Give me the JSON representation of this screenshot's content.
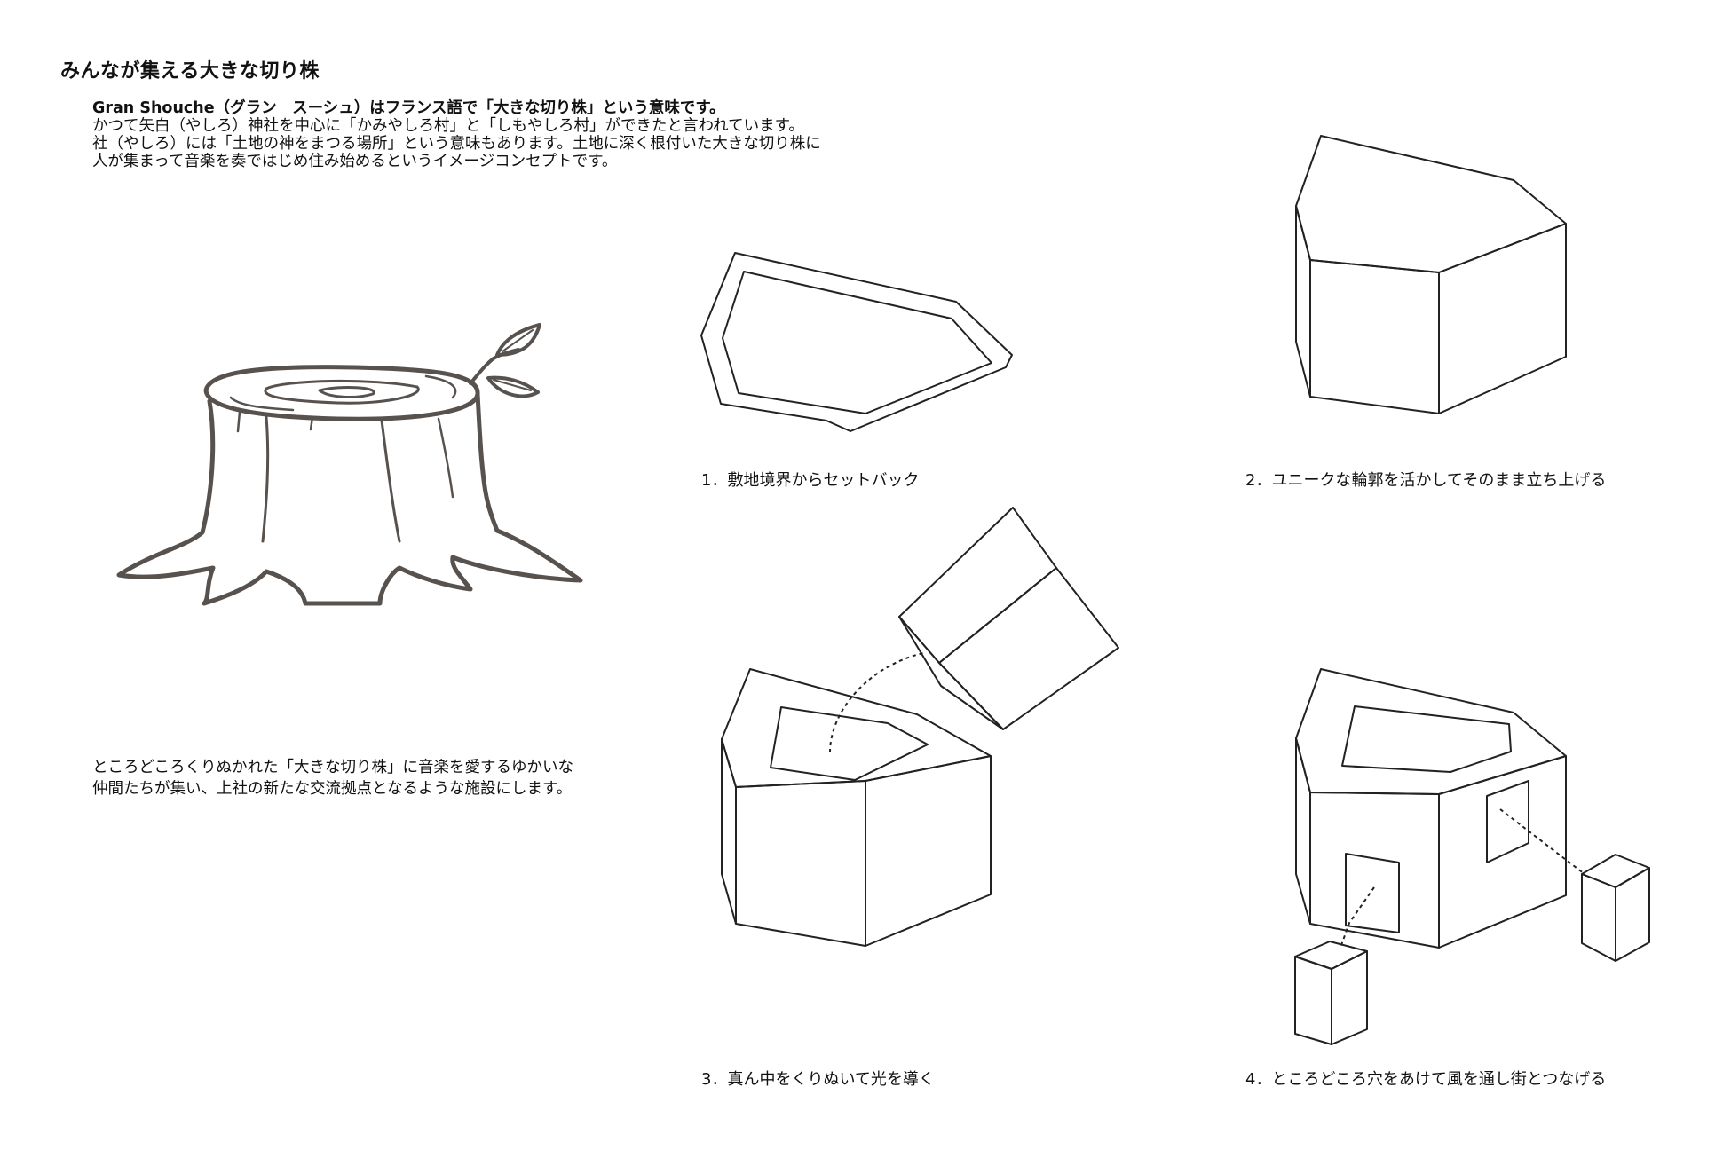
{
  "title": "みんなが集える大きな切り株",
  "intro": {
    "lines": [
      "Gran Shouche（グラン　スーシュ）はフランス語で「大きな切り株」という意味です。",
      "かつて矢白（やしろ）神社を中心に「かみやしろ村」と「しもやしろ村」ができたと言われています。",
      "社（やしろ）には「土地の神をまつる場所」という意味もあります。土地に深く根付いた大きな切り株に",
      "人が集まって音楽を奏ではじめ住み始めるというイメージコンセプトです。"
    ]
  },
  "concept": {
    "lines": [
      "ところどころくりぬかれた「大きな切り株」に音楽を愛するゆかいな",
      "仲間たちが集い、上社の新たな交流拠点となるような施設にします。"
    ]
  },
  "steps": [
    {
      "caption": "1．敷地境界からセットバック"
    },
    {
      "caption": "2．ユニークな輪郭を活かしてそのまま立ち上げる"
    },
    {
      "caption": "3．真ん中をくりぬいて光を導く"
    },
    {
      "caption": "4．ところどころ穴をあけて風を通し街とつなげる"
    }
  ],
  "colors": {
    "stump_stroke": "#58524f",
    "line": "#222222"
  },
  "illustration": "tree-stump-with-leaves"
}
